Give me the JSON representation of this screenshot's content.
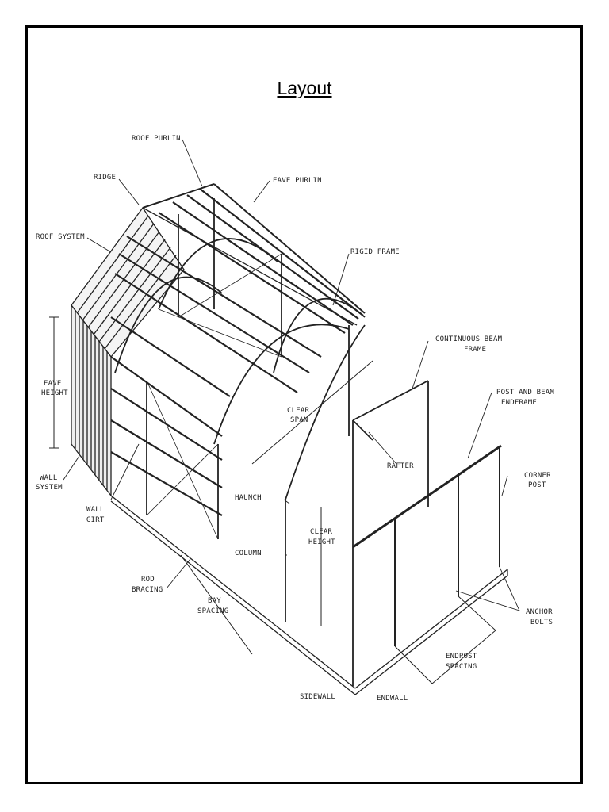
{
  "title": "Layout",
  "labels": {
    "roof_purlin": "ROOF PURLIN",
    "ridge": "RIDGE",
    "eave_purlin": "EAVE PURLIN",
    "roof_system": "ROOF SYSTEM",
    "rigid_frame": "RIGID FRAME",
    "eave_height_1": "EAVE",
    "eave_height_2": "HEIGHT",
    "continuous_beam_frame_1": "CONTINUOUS BEAM",
    "continuous_beam_frame_2": "FRAME",
    "post_and_beam_endframe_1": "POST AND BEAM",
    "post_and_beam_endframe_2": "ENDFRAME",
    "clear_span_1": "CLEAR",
    "clear_span_2": "SPAN",
    "rafter": "RAFTER",
    "corner_post_1": "CORNER",
    "corner_post_2": "POST",
    "wall_system_1": "WALL",
    "wall_system_2": "SYSTEM",
    "haunch": "HAUNCH",
    "wall_girt_1": "WALL",
    "wall_girt_2": "GIRT",
    "clear_height_1": "CLEAR",
    "clear_height_2": "HEIGHT",
    "column": "COLUMN",
    "rod_bracing_1": "ROD",
    "rod_bracing_2": "BRACING",
    "bay_spacing_1": "BAY",
    "bay_spacing_2": "SPACING",
    "anchor_bolts_1": "ANCHOR",
    "anchor_bolts_2": "BOLTS",
    "endpost_spacing_1": "ENDPOST",
    "endpost_spacing_2": "SPACING",
    "sidewall": "SIDEWALL",
    "endwall": "ENDWALL"
  }
}
